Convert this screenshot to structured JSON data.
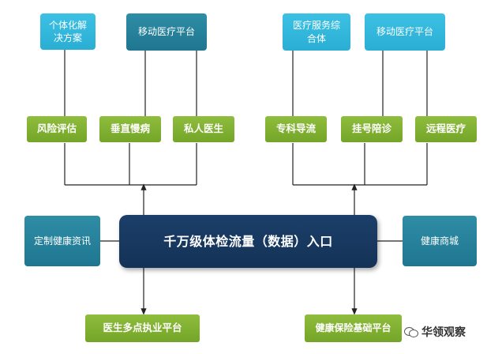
{
  "top_left": {
    "box1": "个体化解决方案",
    "box2": "移动医疗平台"
  },
  "top_right": {
    "box1": "医疗服务综合体",
    "box2": "移动医疗平台"
  },
  "left_services": [
    "风险评估",
    "垂直慢病",
    "私人医生"
  ],
  "right_services": [
    "专科导流",
    "挂号陪诊",
    "远程医疗"
  ],
  "center": {
    "main": "千万级体检流量（数据）入口",
    "left": "定制健康资讯",
    "right": "健康商城"
  },
  "bottom": {
    "left": "医生多点执业平台",
    "right": "健康保险基础平台"
  },
  "watermark": "华领观察"
}
